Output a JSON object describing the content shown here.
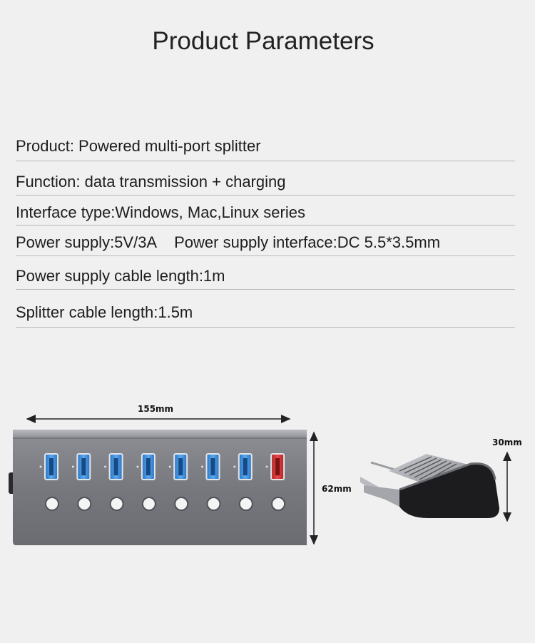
{
  "title": "Product Parameters",
  "params": {
    "product": "Product: Powered multi-port splitter",
    "function": "Function: data transmission + charging",
    "interface": "Interface type:Windows, Mac,Linux series",
    "power_supply": "Power supply:5V/3A",
    "power_interface": "Power supply interface:DC 5.5*3.5mm",
    "power_cable": "Power supply cable length:1m",
    "splitter_cable": "Splitter cable length:1.5m"
  },
  "dimensions": {
    "length": "155mm",
    "height": "62mm",
    "side_height": "30mm"
  },
  "hub": {
    "usb_ports": 7,
    "charging_ports": 1,
    "switches": 8,
    "colors": {
      "body": "#7a7c82",
      "usb_blue": "#3b8fd9",
      "charge_red": "#d63a3a"
    }
  }
}
